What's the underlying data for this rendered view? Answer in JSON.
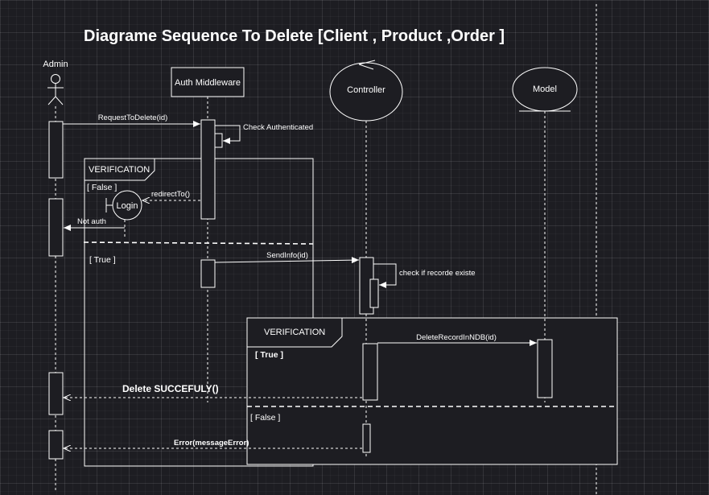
{
  "title": "Diagrame Sequence To Delete [Client , Product ,Order ]",
  "participants": {
    "admin": "Admin",
    "auth": "Auth Middleware",
    "controller": "Controller",
    "model": "Model",
    "login": "Login"
  },
  "messages": {
    "request_to_delete": "RequestToDelete(id)",
    "check_authenticated": "Check Authenticated",
    "redirect_to": "redirectTo()",
    "not_auth": "Not auth",
    "send_info": "SendInfo(id)",
    "check_record": "check if  recorde existe",
    "delete_record": "DeleteRecordInNDB(id)",
    "delete_success": "Delete SUCCEFULY()",
    "error": "Error(messageError)"
  },
  "frames": {
    "outer": {
      "label": "VERIFICATION",
      "guard_false": "[ False ]",
      "guard_true": "[ True ]"
    },
    "inner": {
      "label": "VERIFICATION",
      "guard_true": "[ True ]",
      "guard_false": "[ False ]"
    }
  },
  "colors": {
    "background": "#1d1d22",
    "stroke": "#ffffff"
  }
}
